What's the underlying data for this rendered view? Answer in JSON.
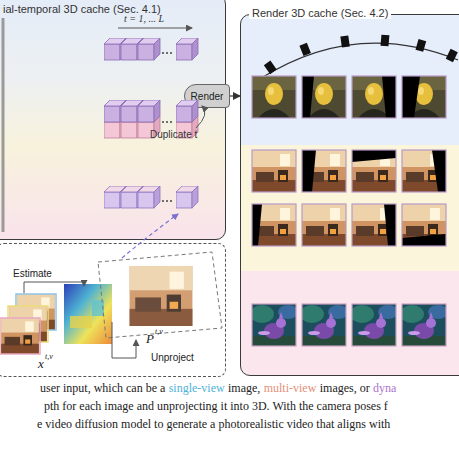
{
  "diagram": {
    "nodes": [
      {
        "text": [
          "ial-temporal 3D cache (Sec. 4.1)"
        ]
      },
      {
        "text": [
          "Render"
        ]
      },
      {
        "text": [
          "Render 3D cache (Sec. 4.2)"
        ]
      },
      {
        "text": [
          "Estimate",
          "Unproject"
        ]
      }
    ],
    "edges": [
      {
        "from": 1,
        "to": 2,
        "arrow": "to"
      }
    ],
    "labels": [
      "t = 1, ... L",
      "Duplicate t",
      "x",
      "t,v",
      "P",
      "t,v",
      "user input, which can be a",
      "single-view",
      "image,",
      "multi-view",
      "images, or",
      "dyna",
      "pth for each image and unprojecting it into 3D. With the camera poses f",
      "e video diffusion model to generate a photorealistic video that aligns with"
    ]
  }
}
